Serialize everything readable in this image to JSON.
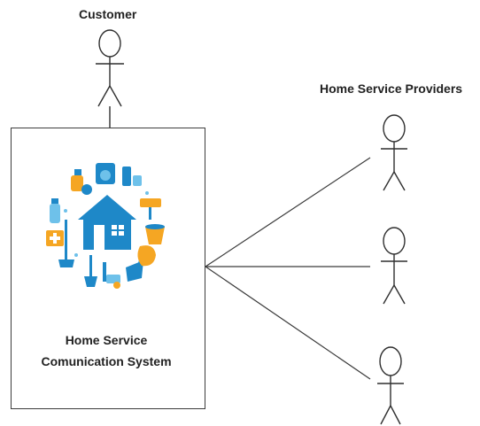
{
  "actors": {
    "customer": {
      "label": "Customer"
    },
    "providers": {
      "label": "Home Service Providers",
      "count": 3
    }
  },
  "system": {
    "title_line1": "Home Service",
    "title_line2": "Comunication System",
    "logo_icon": "home-services-circle-icon"
  },
  "colors": {
    "outline": "#2f2f2f",
    "logo_blue": "#1e88c8",
    "logo_orange": "#f5a623",
    "logo_light_blue": "#6ec1ea"
  }
}
